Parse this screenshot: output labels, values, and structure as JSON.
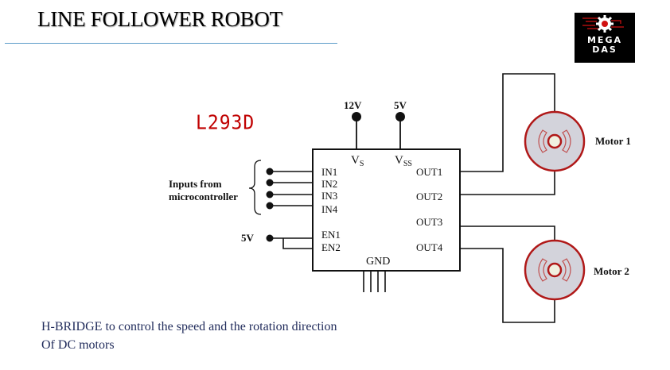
{
  "header": {
    "title": "LINE FOLLOWER ROBOT",
    "logo": {
      "line1": "MEGA",
      "line2": "DAS",
      "icon": "gear-circuit-icon"
    }
  },
  "diagram": {
    "chip_name": "L293D",
    "accent_color": "#c00000",
    "supply": {
      "vs_voltage": "12V",
      "vss_voltage": "5V",
      "vs_label": "V",
      "vs_sub": "S",
      "vss_label": "V",
      "vss_sub": "SS"
    },
    "inputs_label_line1": "Inputs from",
    "inputs_label_line2": "microcontroller",
    "input_pins": [
      "IN1",
      "IN2",
      "IN3",
      "IN4"
    ],
    "enable_voltage": "5V",
    "enable_pins": [
      "EN1",
      "EN2"
    ],
    "output_pins": [
      "OUT1",
      "OUT2",
      "OUT3",
      "OUT4"
    ],
    "ground_label": "GND",
    "motors": [
      {
        "label": "Motor 1"
      },
      {
        "label": "Motor 2"
      }
    ]
  },
  "caption": {
    "line1": "H-BRIDGE to control the speed and the rotation direction",
    "line2": "Of DC motors"
  }
}
